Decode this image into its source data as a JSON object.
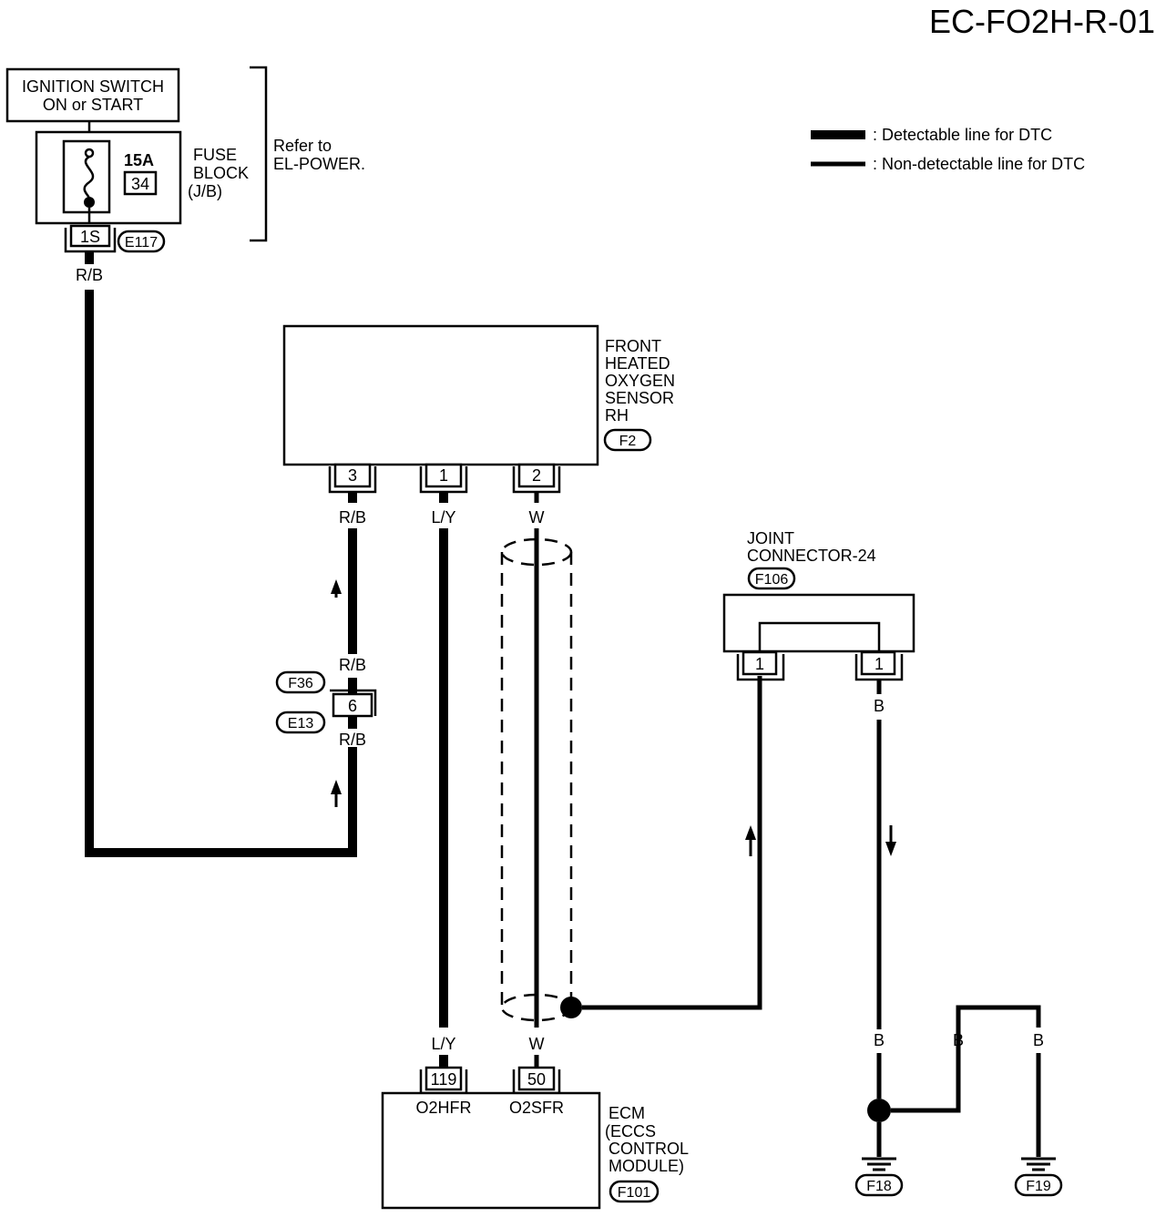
{
  "diagram_id": "EC-FO2H-R-01",
  "legend": {
    "detectable": ": Detectable line for DTC",
    "non_detectable": ": Non-detectable line for DTC"
  },
  "ignition": {
    "line1": "IGNITION SWITCH",
    "line2": "ON or START"
  },
  "fuse": {
    "rating": "15A",
    "number": "34",
    "label_line1": "FUSE",
    "label_line2": "BLOCK",
    "label_line3": "(J/B)",
    "terminal": "1S",
    "connector": "E117"
  },
  "refer": {
    "line1": "Refer to",
    "line2": "EL-POWER."
  },
  "sensor": {
    "line1": "FRONT",
    "line2": "HEATED",
    "line3": "OXYGEN",
    "line4": "SENSOR",
    "line5": "RH",
    "connector": "F2",
    "pins": [
      "3",
      "1",
      "2"
    ]
  },
  "wires": {
    "fuse_out": "R/B",
    "pin3": "R/B",
    "pin1": "L/Y",
    "pin2": "W",
    "inline_top": "R/B",
    "inline_bottom": "R/B",
    "ecm_ly": "L/Y",
    "ecm_w": "W",
    "joint_right": "B",
    "ground_main": "B",
    "ground_a": "B",
    "ground_b": "B"
  },
  "inline_connector": {
    "upper": "F36",
    "lower": "E13",
    "pin": "6"
  },
  "joint": {
    "line1": "JOINT",
    "line2": "CONNECTOR-24",
    "connector": "F106",
    "pin_left": "1",
    "pin_right": "1"
  },
  "ecm": {
    "line1": "ECM",
    "line2": "(ECCS",
    "line3": "CONTROL",
    "line4": "MODULE)",
    "connector": "F101",
    "pin_a": "119",
    "pin_a_name": "O2HFR",
    "pin_b": "50",
    "pin_b_name": "O2SFR"
  },
  "grounds": {
    "g1": "F18",
    "g2": "F19"
  }
}
